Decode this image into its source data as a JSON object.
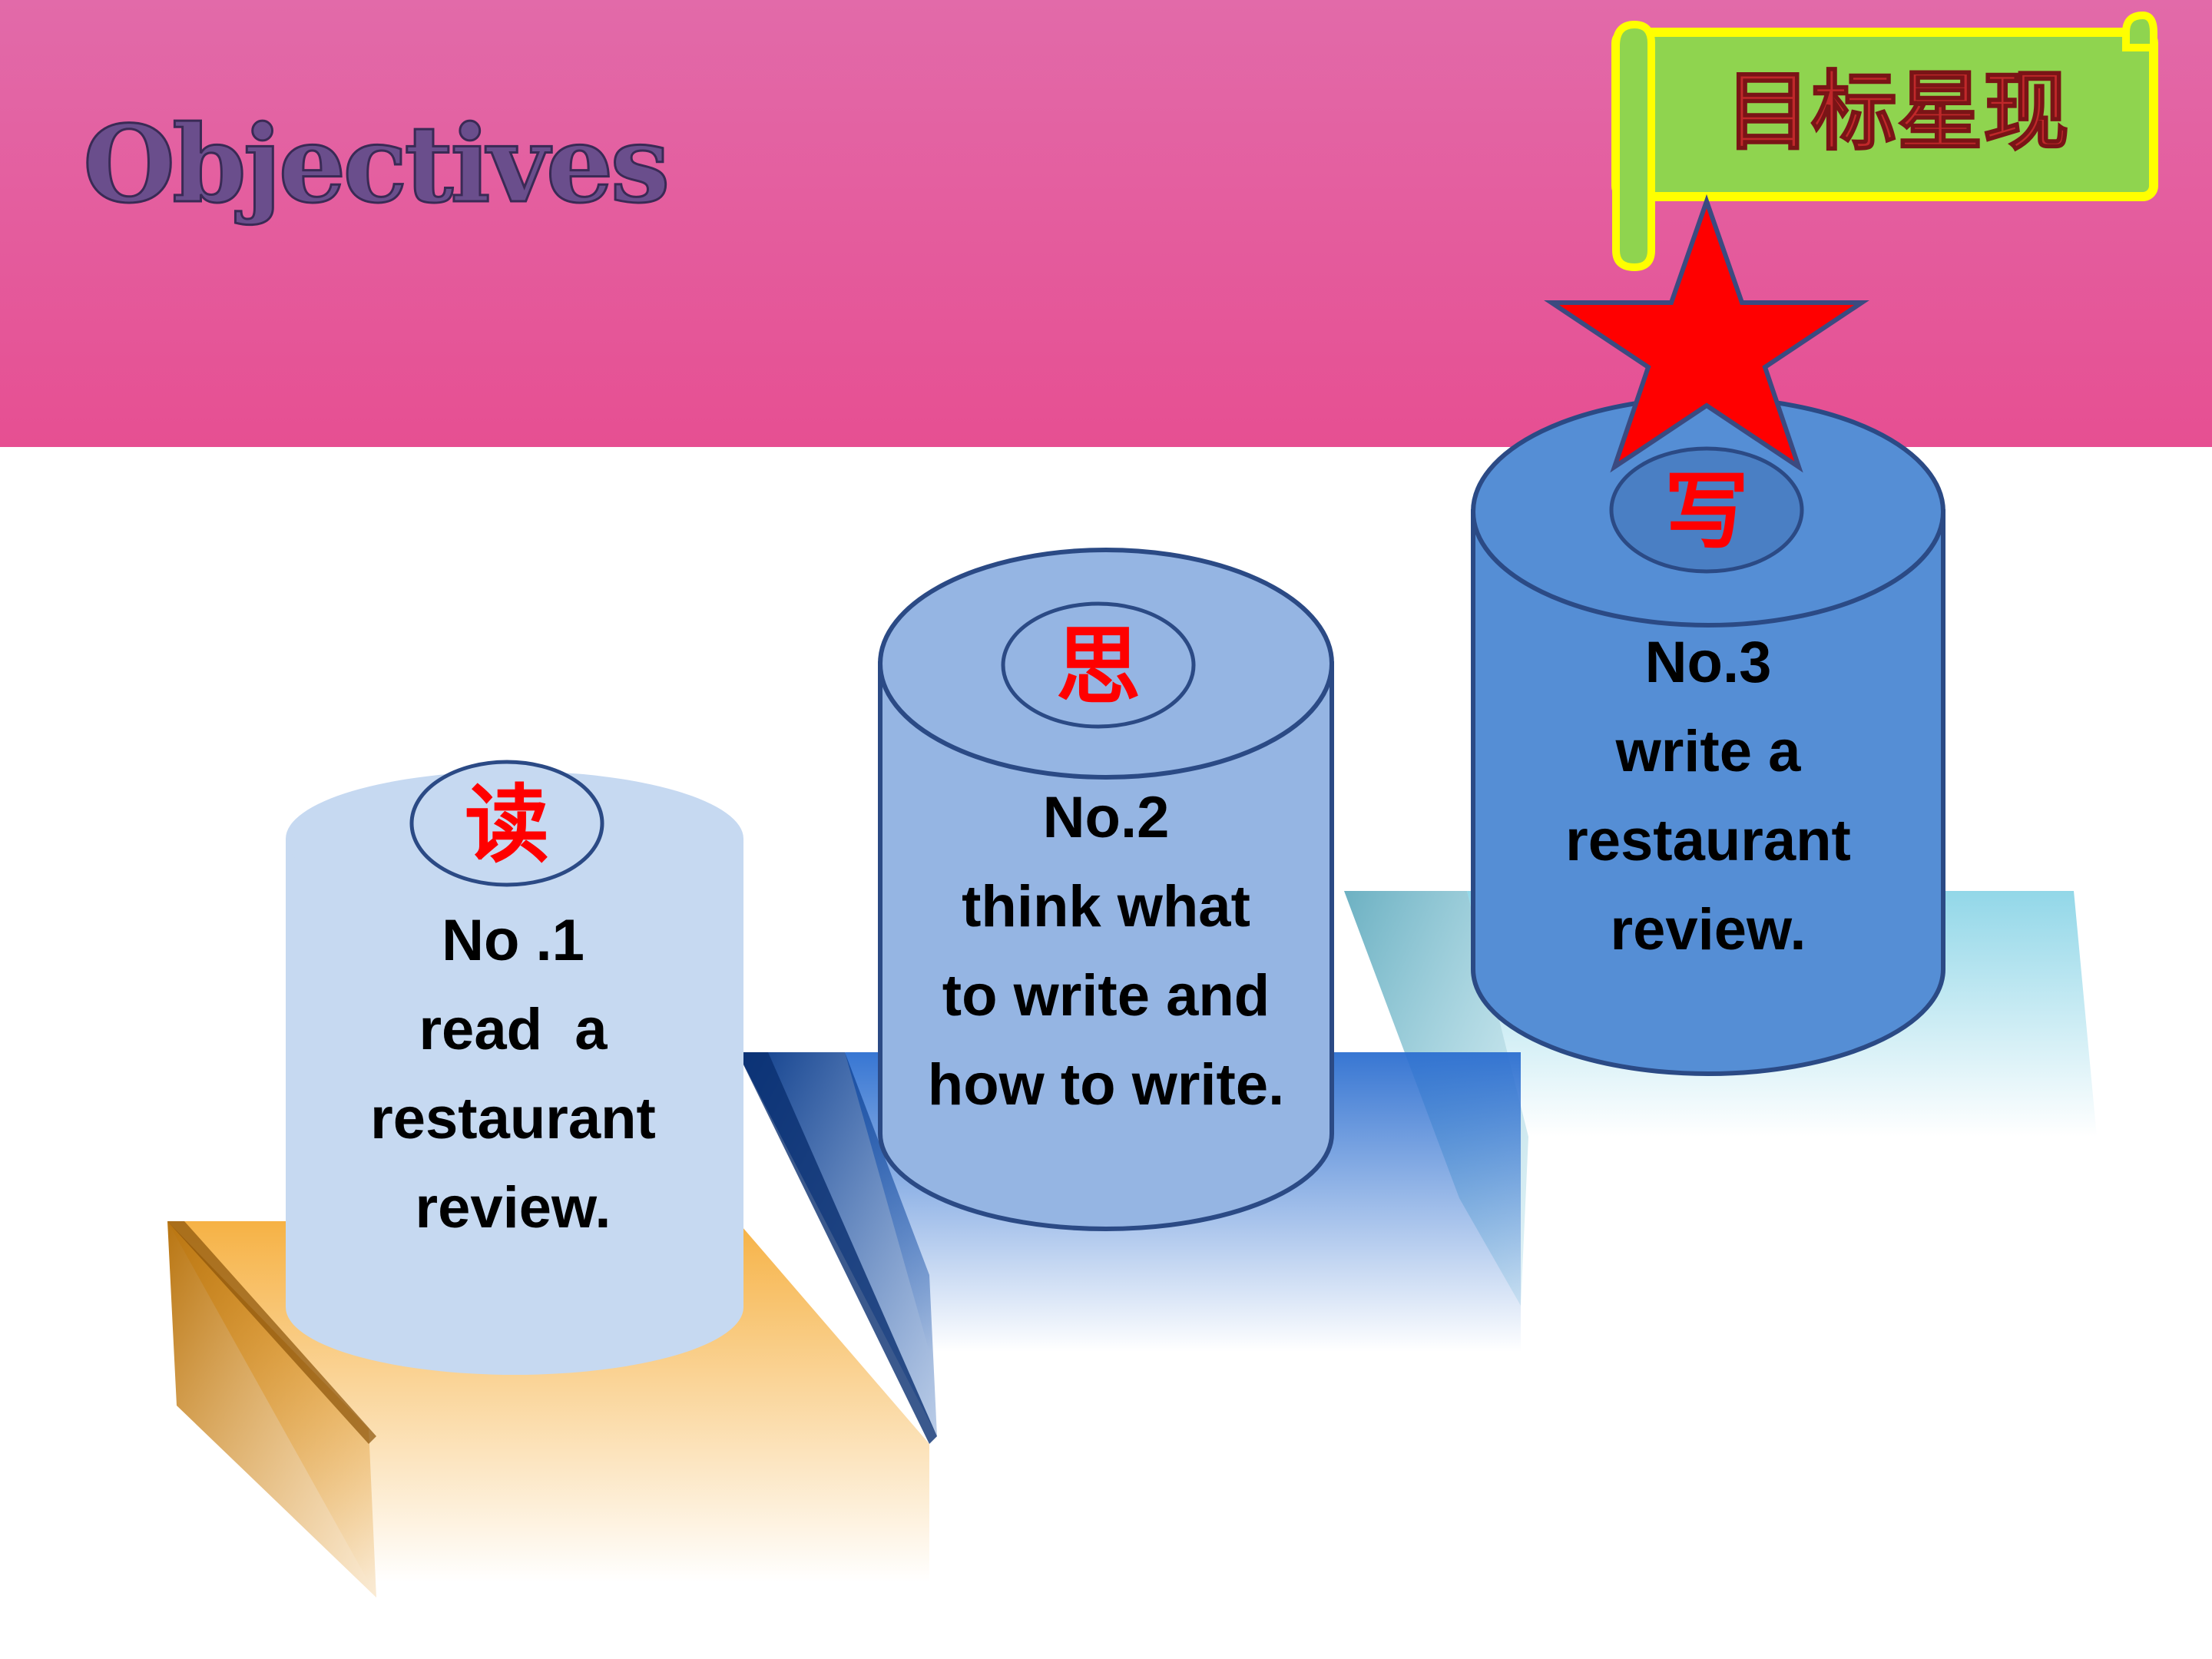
{
  "slide": {
    "title": "Objectives",
    "banner_label": "目标星现",
    "colors": {
      "header_pink": "#e6579b",
      "title_purple": "#6a4e8c",
      "banner_green": "#8fd44f",
      "banner_border": "#ffff00",
      "star_red": "#ff0000",
      "char_red": "#ff0000",
      "step_orange": "#f2a431",
      "step_blue": "#1f5fbf",
      "step_cyan": "#6cc6dc"
    }
  },
  "steps": [
    {
      "char": "读",
      "number": "No .1",
      "lines": [
        "read  a",
        "restaurant",
        "review."
      ],
      "cylinder_color": "#c6d9f1"
    },
    {
      "char": "思",
      "number": "No.2",
      "lines": [
        "think what",
        "to write and",
        "how to write."
      ],
      "cylinder_color": "#95b5e3"
    },
    {
      "char": "写",
      "number": "No.3",
      "lines": [
        "write a",
        "restaurant",
        "review."
      ],
      "cylinder_color": "#558ed5"
    }
  ]
}
